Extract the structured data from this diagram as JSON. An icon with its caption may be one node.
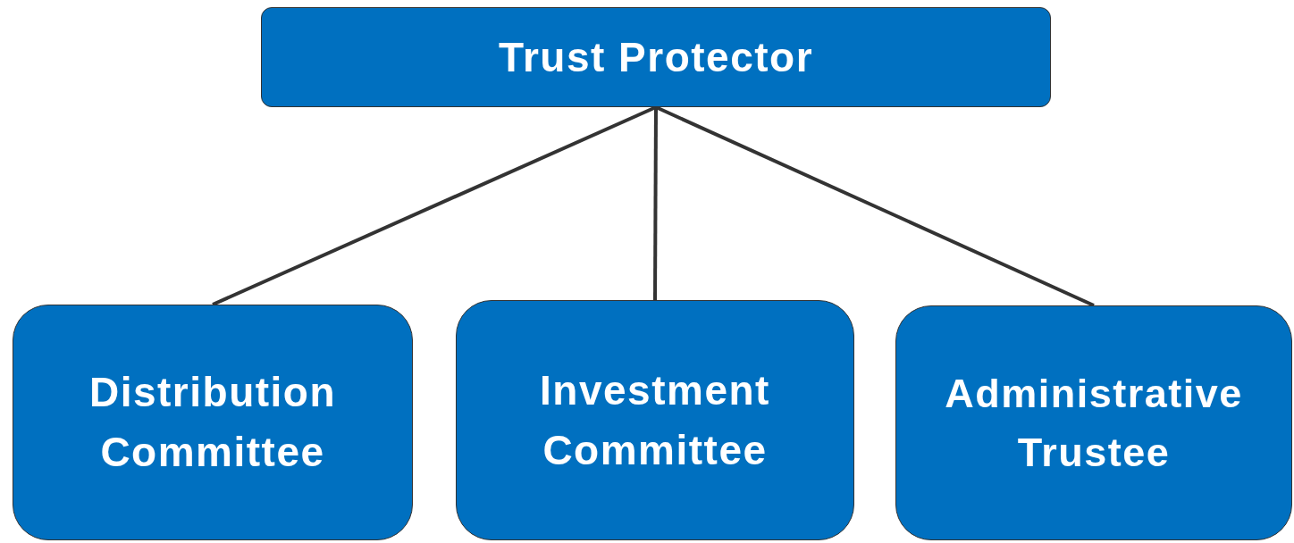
{
  "diagram": {
    "nodes": [
      {
        "text": [
          "Trust Protector"
        ]
      },
      {
        "text": [
          "Distribution Committee"
        ]
      },
      {
        "text": [
          "Investment Committee"
        ]
      },
      {
        "text": [
          "Administrative Trustee"
        ]
      }
    ],
    "edges": [
      {
        "from": 0,
        "to": 1,
        "arrow": "none"
      },
      {
        "from": 0,
        "to": 2,
        "arrow": "none"
      },
      {
        "from": 0,
        "to": 3,
        "arrow": "none"
      }
    ]
  }
}
